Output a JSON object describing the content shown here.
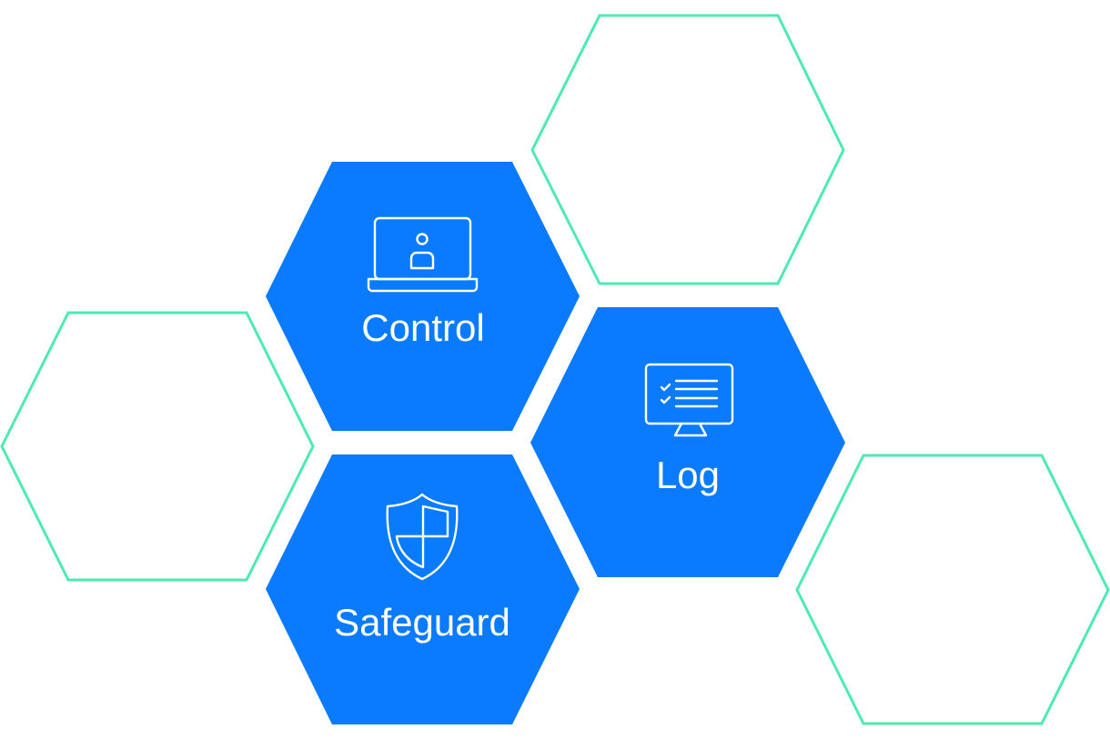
{
  "colors": {
    "filled": "#0A7BFF",
    "outline": "#4DEBB2"
  },
  "tiles": [
    {
      "label": "Control",
      "icon": "laptop-user-icon"
    },
    {
      "label": "Log",
      "icon": "monitor-checklist-icon"
    },
    {
      "label": "Safeguard",
      "icon": "shield-icon"
    }
  ]
}
